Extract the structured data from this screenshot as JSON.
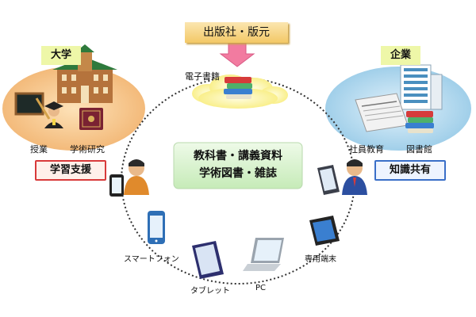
{
  "publisher": {
    "label": "出版社・版元"
  },
  "ebook": {
    "label": "電子書籍"
  },
  "university": {
    "title": "大学",
    "items": [
      "授業",
      "学術研究"
    ],
    "role": "学習支援"
  },
  "company": {
    "title": "企業",
    "items": [
      "社員教育",
      "図書館"
    ],
    "role": "知識共有"
  },
  "center": {
    "lines": [
      "教科書・講義資料",
      "学術図書・雑誌"
    ]
  },
  "devices": {
    "smartphone": "スマートフォン",
    "tablet": "タブレット",
    "pc": "PC",
    "dedicated": "専用端末"
  },
  "colors": {
    "publisher_bg": "#f7d98a",
    "arrow": "#f27ba0",
    "cloud": "#fdf5a8",
    "university_bg": "#f7c98e",
    "company_bg": "#bfdff0",
    "title_bg": "#eef7a8",
    "center_bg": "#d9f2cf",
    "support_border": "#d83a3a",
    "share_border": "#3a6fc8"
  }
}
